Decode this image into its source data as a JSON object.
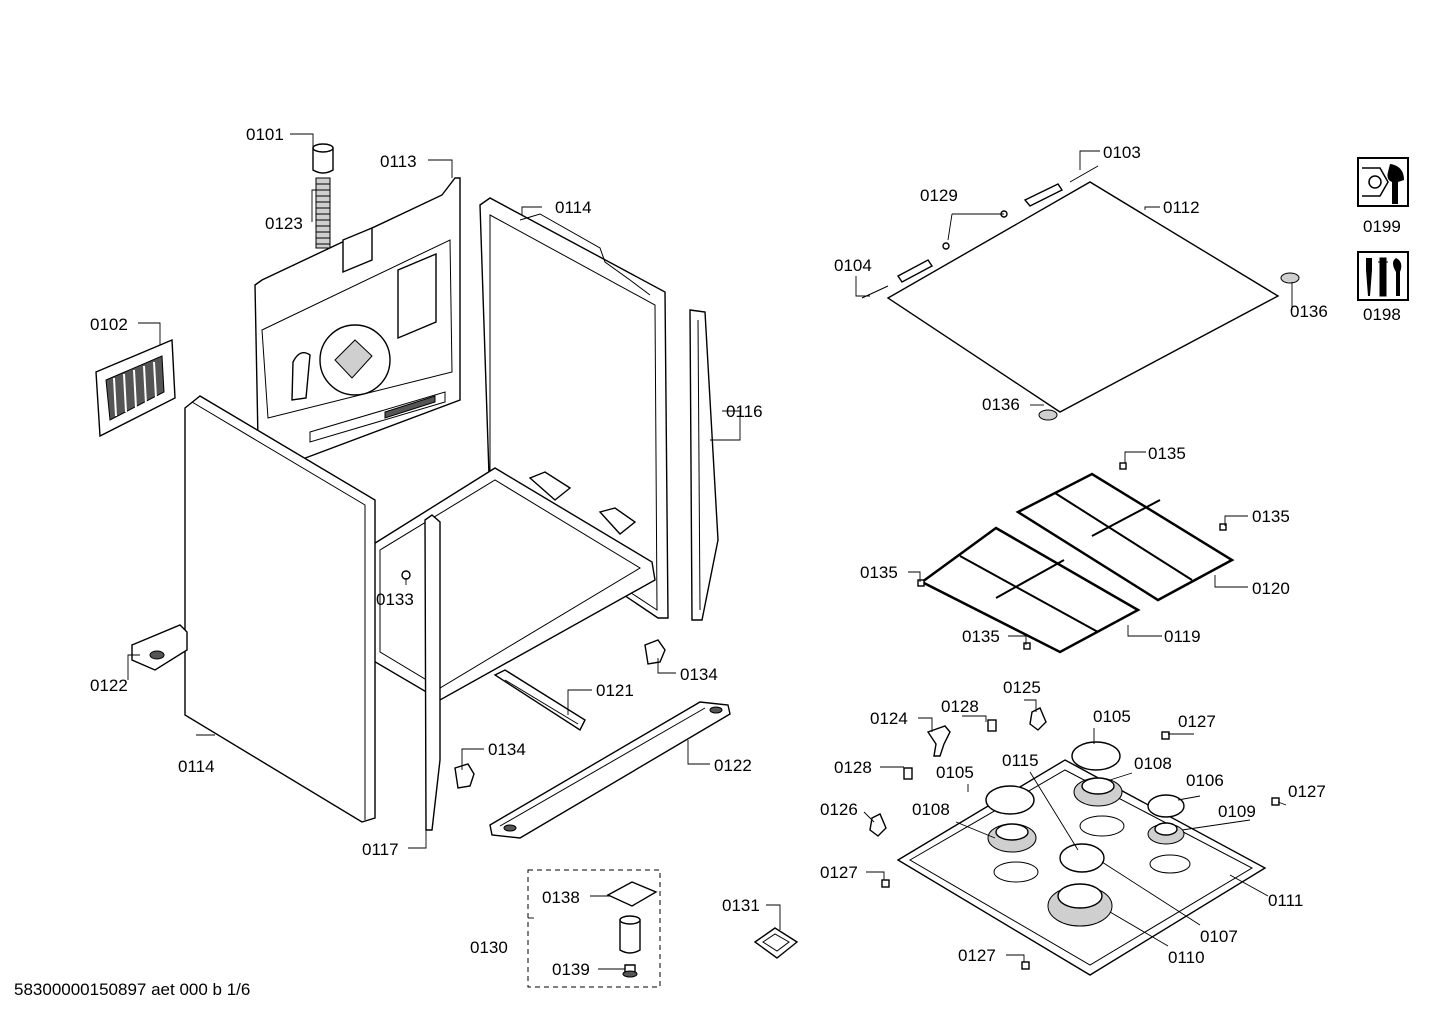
{
  "document_code": "58300000150897 aet 000 b 1/6",
  "labels": {
    "p0101": "0101",
    "p0102": "0102",
    "p0103": "0103",
    "p0104": "0104",
    "p0105a": "0105",
    "p0105b": "0105",
    "p0106": "0106",
    "p0107": "0107",
    "p0108a": "0108",
    "p0108b": "0108",
    "p0109": "0109",
    "p0110": "0110",
    "p0111": "0111",
    "p0112": "0112",
    "p0113": "0113",
    "p0114a": "0114",
    "p0114b": "0114",
    "p0115": "0115",
    "p0116": "0116",
    "p0117": "0117",
    "p0119": "0119",
    "p0120": "0120",
    "p0121": "0121",
    "p0122a": "0122",
    "p0122b": "0122",
    "p0123": "0123",
    "p0124": "0124",
    "p0125": "0125",
    "p0126": "0126",
    "p0127a": "0127",
    "p0127b": "0127",
    "p0127c": "0127",
    "p0127d": "0127",
    "p0128a": "0128",
    "p0128b": "0128",
    "p0129": "0129",
    "p0130": "0130",
    "p0131": "0131",
    "p0133": "0133",
    "p0134a": "0134",
    "p0134b": "0134",
    "p0135a": "0135",
    "p0135b": "0135",
    "p0135c": "0135",
    "p0135d": "0135",
    "p0136a": "0136",
    "p0136b": "0136",
    "p0138": "0138",
    "p0139": "0139",
    "p0198": "0198",
    "p0199": "0199"
  },
  "icons": {
    "service_tool": "wrench-icon",
    "tool_set": "tools-icon"
  }
}
